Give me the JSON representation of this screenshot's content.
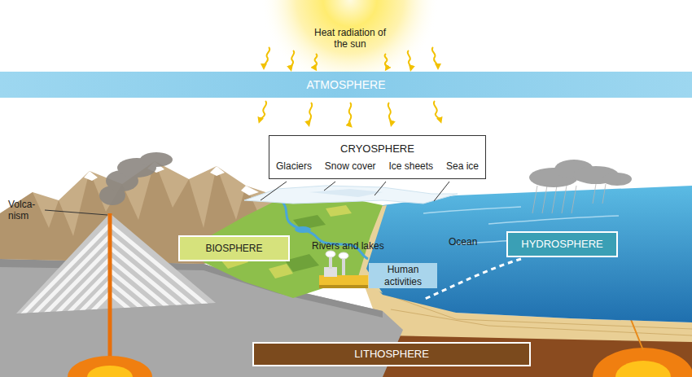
{
  "diagram": {
    "nodes": [
      {
        "text": [
          "ATMOSPHERE"
        ]
      },
      {
        "text": [
          "CRYOSPHERE",
          "Glaciers",
          "Snow cover",
          "Ice sheets",
          "Sea ice"
        ]
      },
      {
        "text": [
          "BIOSPHERE"
        ]
      },
      {
        "text": [
          "HYDROSPHERE"
        ]
      },
      {
        "text": [
          "Human activities"
        ]
      },
      {
        "text": [
          "LITHOSPHERE"
        ]
      }
    ],
    "labels": [
      "Heat radiation of the sun",
      "Volca- nism",
      "Rivers and lakes",
      "Ocean"
    ]
  }
}
